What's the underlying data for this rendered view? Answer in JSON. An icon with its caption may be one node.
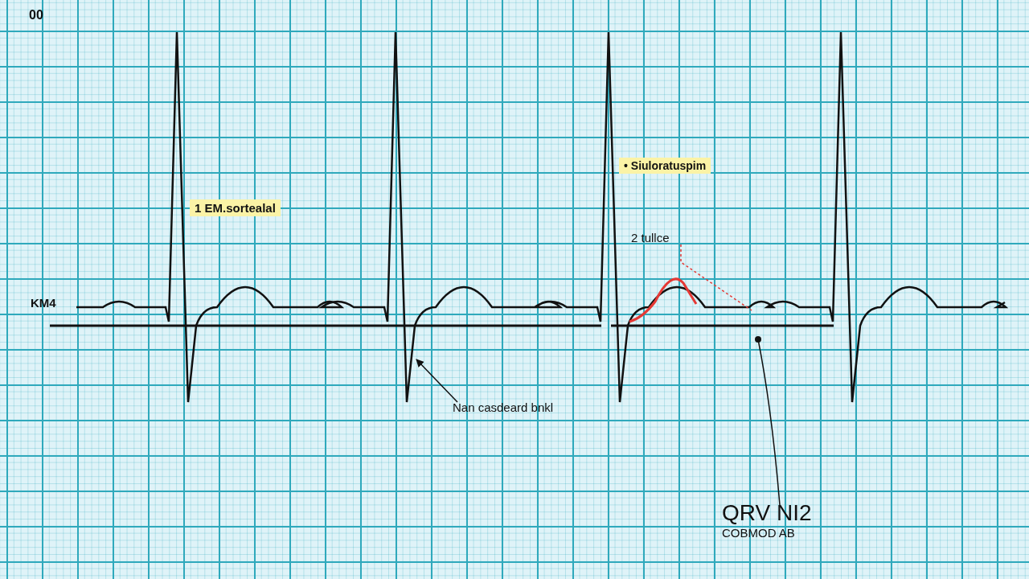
{
  "diagram": {
    "nodes": [
      {
        "text": [
          "Nan casdeard bnkl"
        ]
      },
      {
        "text": [
          "QRV NI2",
          "COBMOD AB"
        ]
      },
      {
        "text": [
          "2 tullce"
        ]
      }
    ],
    "edges": [
      {
        "from": 0,
        "to": null,
        "arrow": "to"
      },
      {
        "from": 1,
        "to": null,
        "arrow": "other"
      },
      {
        "from": 2,
        "to": null,
        "arrow": "none",
        "style": "dashed",
        "color": "#e53935"
      }
    ],
    "labels": [
      "00",
      "1 EM.sortealal",
      "• Siuloratuspim",
      "KM4"
    ]
  }
}
